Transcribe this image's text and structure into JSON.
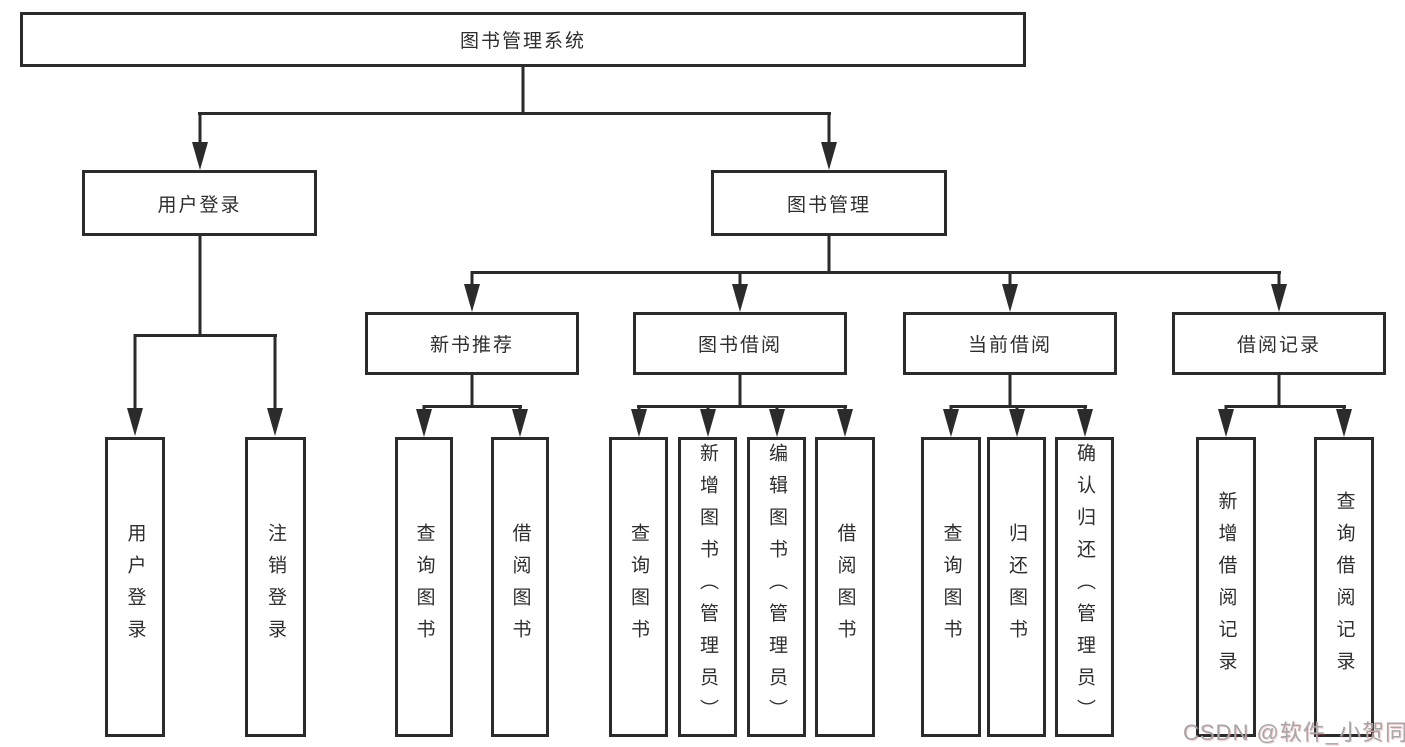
{
  "title": "图书管理系统",
  "colors": {
    "line": "#2b2b2b",
    "text": "#2e2e2e",
    "background": "#ffffff",
    "watermark": "#a6a6a6"
  },
  "tree": {
    "root": {
      "label": "图书管理系统"
    },
    "children": [
      {
        "label": "用户登录",
        "children": [
          {
            "label": "用户登录"
          },
          {
            "label": "注销登录"
          }
        ]
      },
      {
        "label": "图书管理",
        "children": [
          {
            "label": "新书推荐",
            "children": [
              {
                "label": "查询图书"
              },
              {
                "label": "借阅图书"
              }
            ]
          },
          {
            "label": "图书借阅",
            "children": [
              {
                "label": "查询图书"
              },
              {
                "label": "新增图书（管理员）"
              },
              {
                "label": "编辑图书（管理员）"
              },
              {
                "label": "借阅图书"
              }
            ]
          },
          {
            "label": "当前借阅",
            "children": [
              {
                "label": "查询图书"
              },
              {
                "label": "归还图书"
              },
              {
                "label": "确认归还（管理员）"
              }
            ]
          },
          {
            "label": "借阅记录",
            "children": [
              {
                "label": "新增借阅记录"
              },
              {
                "label": "查询借阅记录"
              }
            ]
          }
        ]
      }
    ]
  },
  "watermark": {
    "text": "CSDN @软件_小贺同学"
  }
}
